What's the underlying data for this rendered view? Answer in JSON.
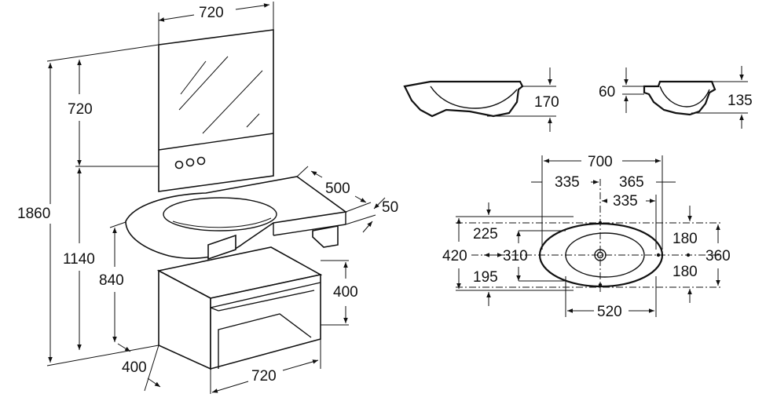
{
  "diagram": {
    "front_view": {
      "mirror_width": "720",
      "mirror_height": "720",
      "total_height": "1860",
      "basin_height": "1140",
      "cabinet_top_height": "840",
      "cabinet_height": "400",
      "cabinet_depth": "400",
      "cabinet_width": "720",
      "counter_depth": "500",
      "counter_thickness": "50"
    },
    "side_view_left": {
      "height": "170"
    },
    "side_view_right": {
      "rim": "60",
      "height": "135"
    },
    "top_view": {
      "overall_width": "700",
      "left_half": "335",
      "right_half": "365",
      "drain_to_edge": "335",
      "upper_depth": "225",
      "total_depth": "420",
      "inner_depth": "310",
      "lower_depth": "195",
      "upper_right": "180",
      "overall_depth": "360",
      "lower_right": "180",
      "inner_width": "520"
    }
  }
}
